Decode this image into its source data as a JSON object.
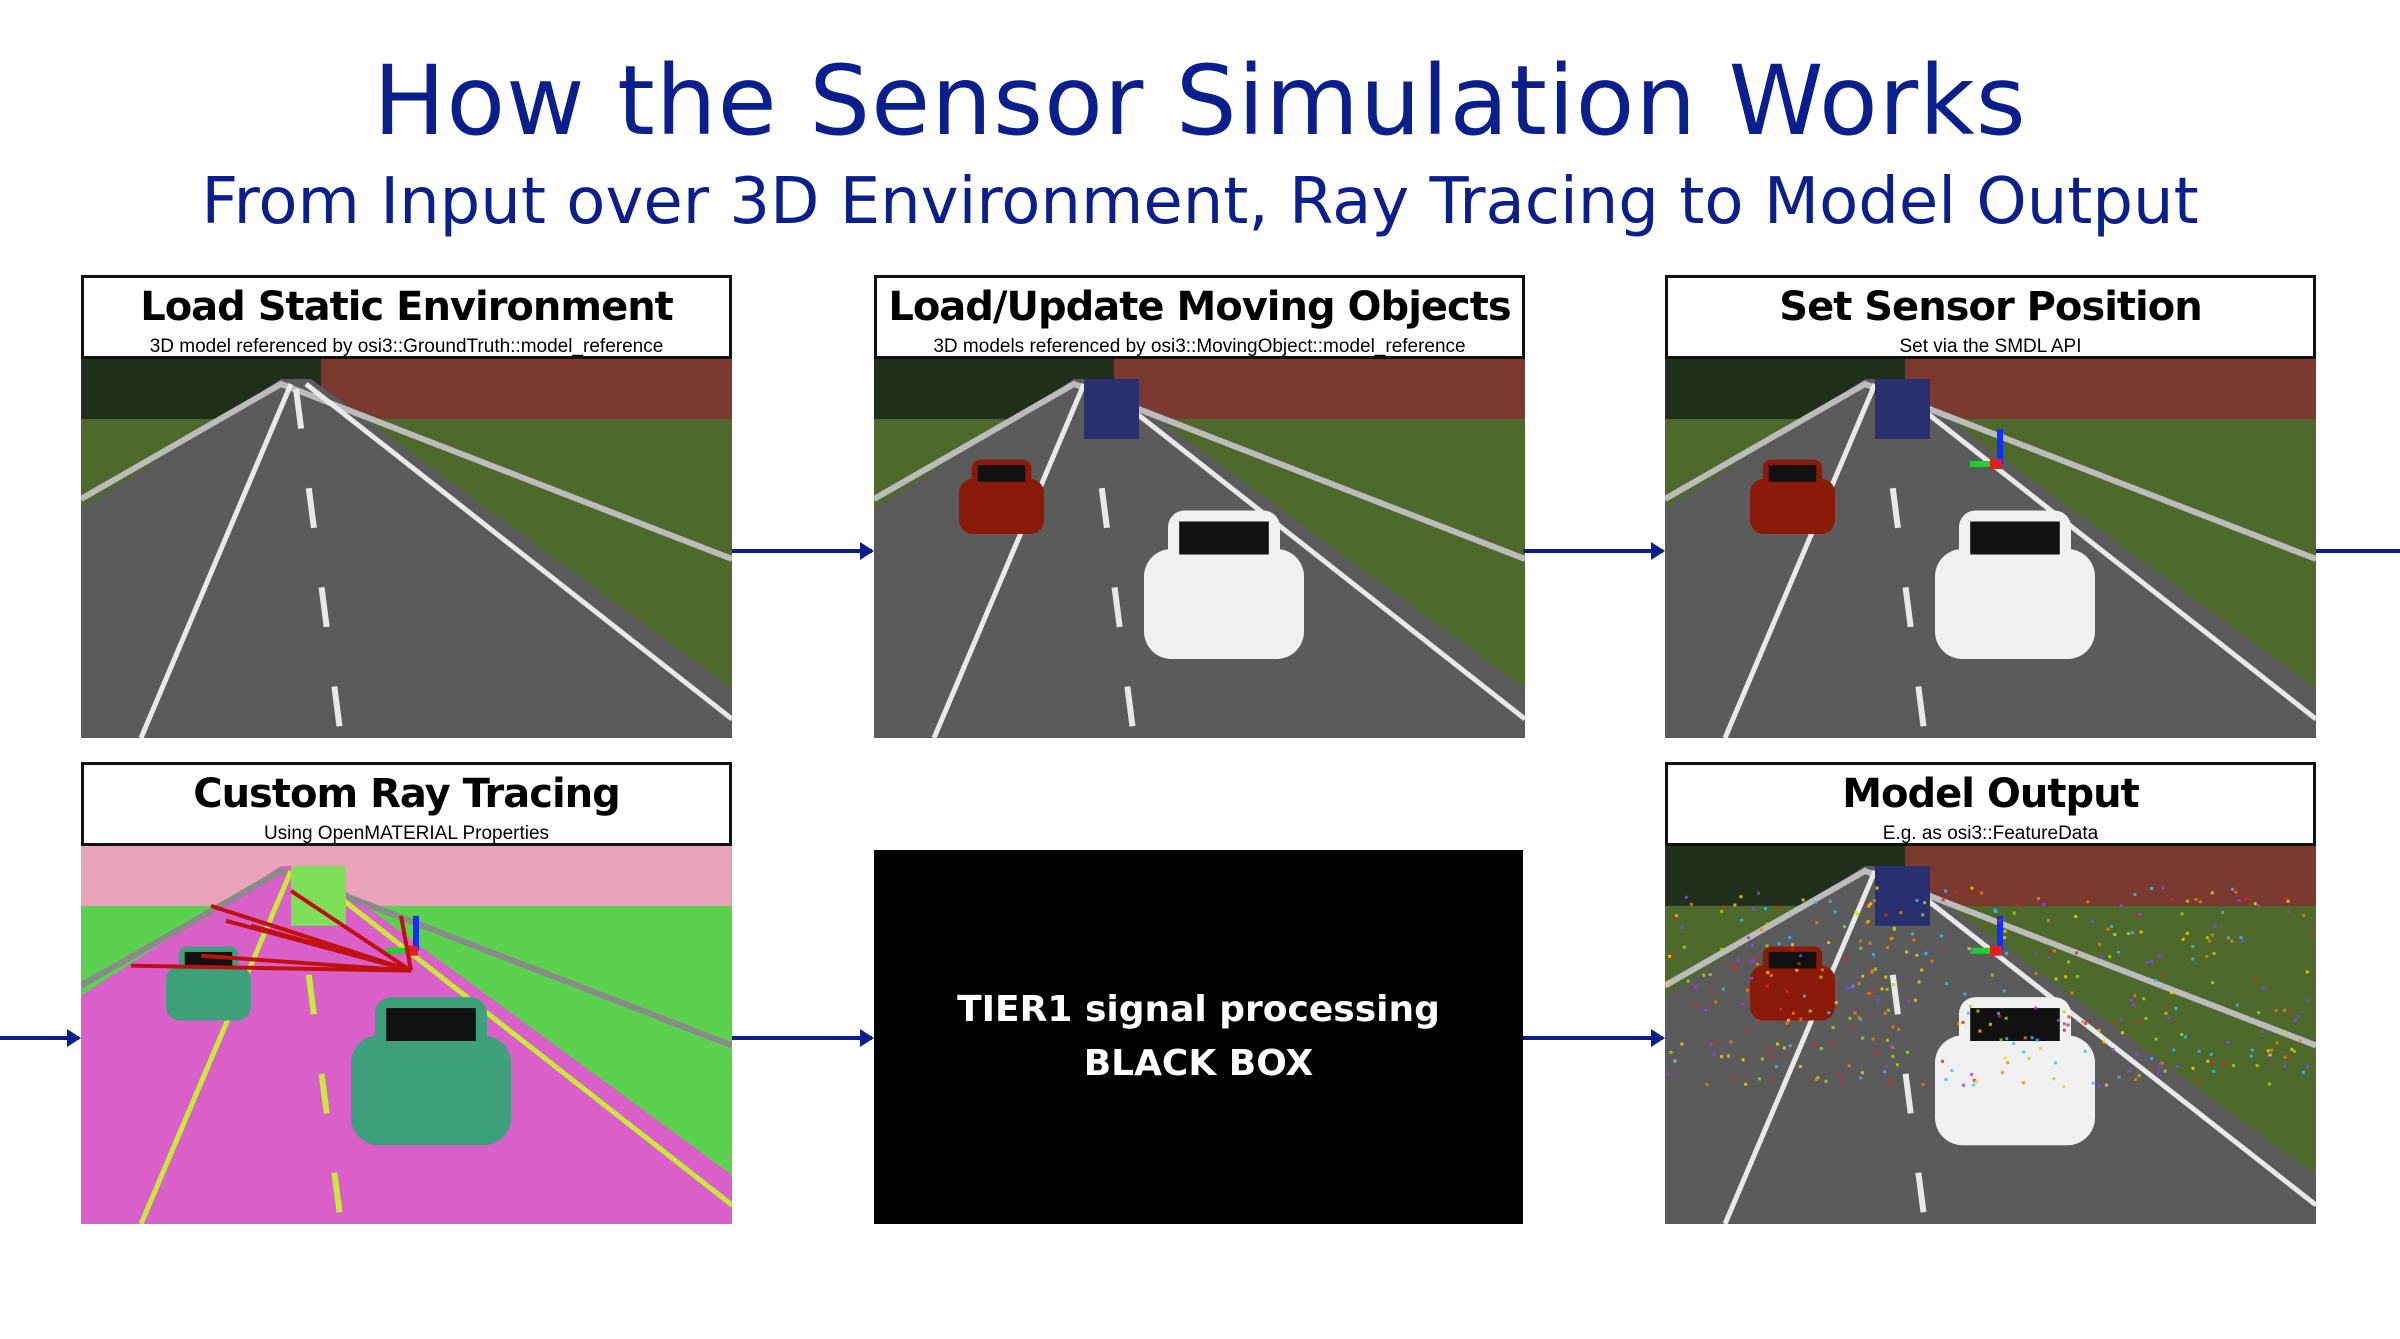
{
  "title": "How the Sensor Simulation Works",
  "subtitle": "From Input over 3D Environment, Ray Tracing to Model Output",
  "steps": [
    {
      "heading": "Load Static Environment",
      "caption": "3D model referenced by osi3::GroundTruth::model_reference"
    },
    {
      "heading": "Load/Update Moving Objects",
      "caption": "3D models referenced by osi3::MovingObject::model_reference"
    },
    {
      "heading": "Set Sensor Position",
      "caption": "Set via the SMDL API"
    },
    {
      "heading": "Custom Ray Tracing",
      "caption": "Using OpenMATERIAL Properties"
    },
    {
      "heading": "Model Output",
      "caption": "E.g. as osi3::FeatureData"
    }
  ],
  "black_box": {
    "line1": "TIER1 signal processing",
    "line2": "BLACK BOX"
  },
  "colors": {
    "title": "#0b1f8c",
    "arrow": "#0b1f8c"
  }
}
